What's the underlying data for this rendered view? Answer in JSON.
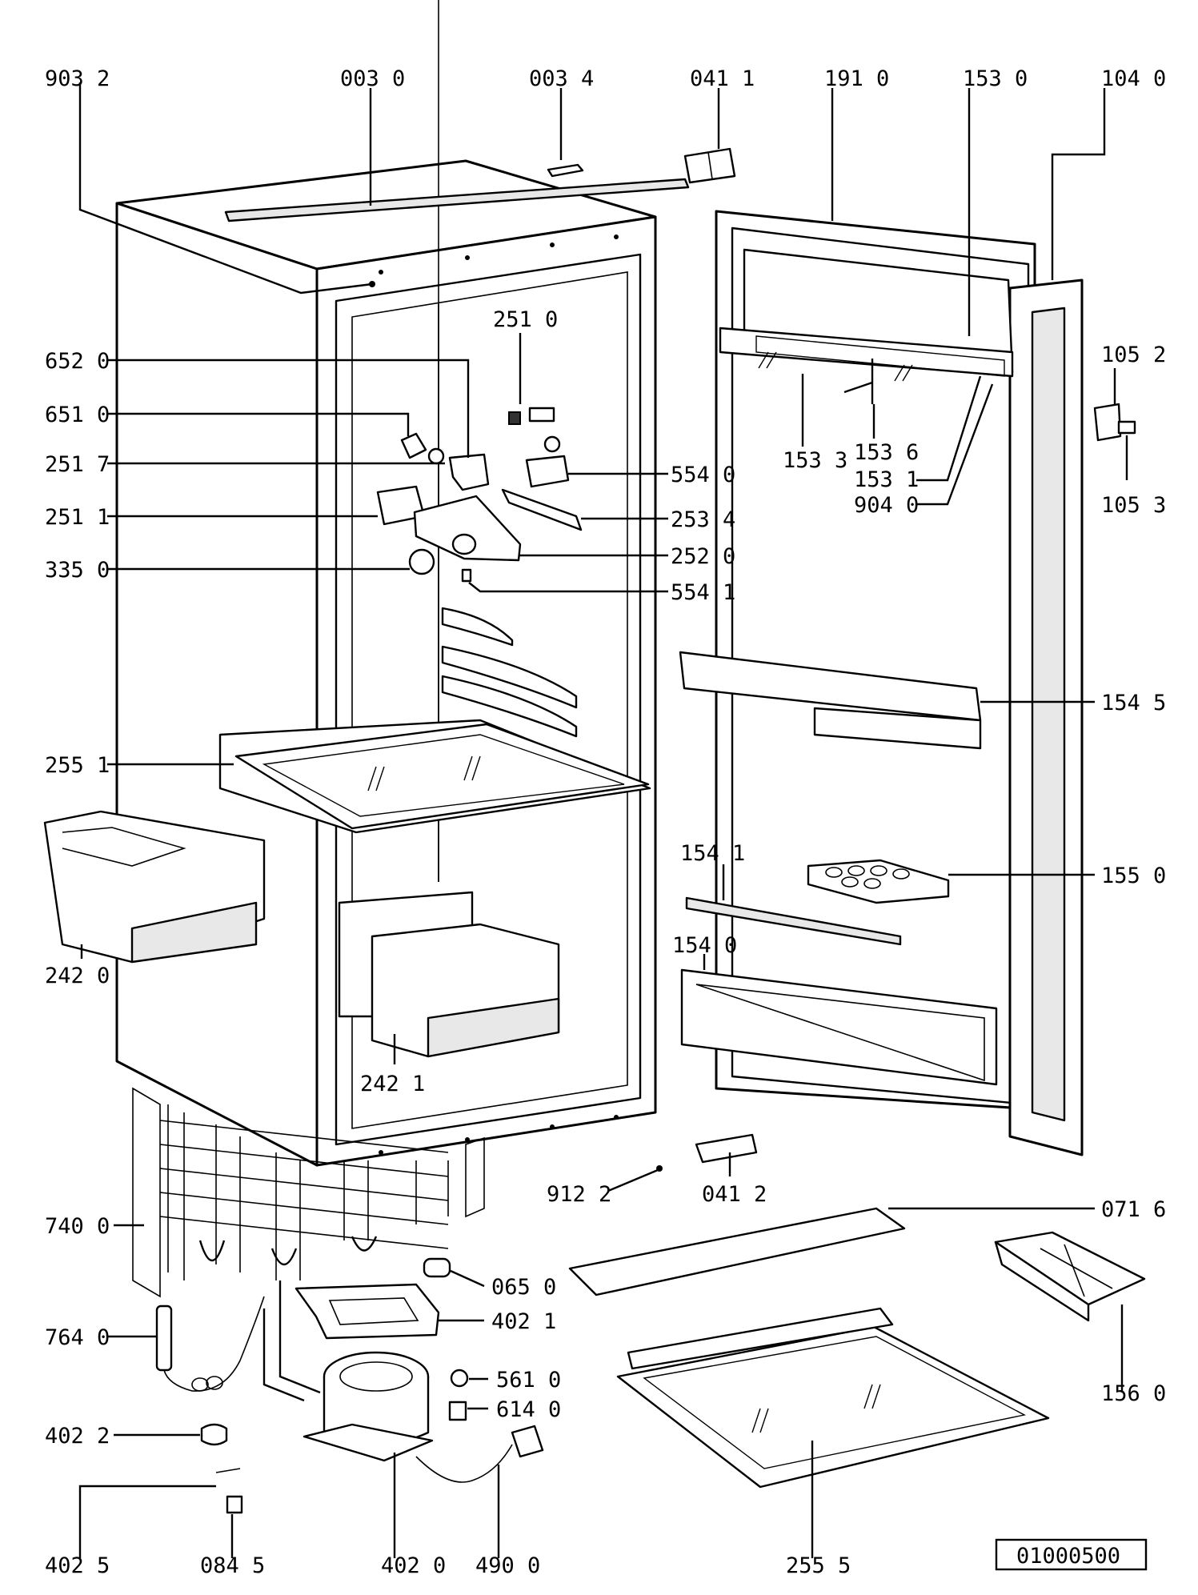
{
  "labels": {
    "l_903_2": "903 2",
    "l_003_0": "003 0",
    "l_003_4": "003 4",
    "l_041_1": "041 1",
    "l_191_0": "191 0",
    "l_153_0": "153 0",
    "l_104_0": "104 0",
    "l_251_0": "251 0",
    "l_652_0": "652 0",
    "l_105_2": "105 2",
    "l_651_0": "651 0",
    "l_153_3": "153 3",
    "l_153_6": "153 6",
    "l_251_7": "251 7",
    "l_554_0": "554 0",
    "l_153_1": "153 1",
    "l_904_0": "904 0",
    "l_105_3": "105 3",
    "l_251_1": "251 1",
    "l_253_4": "253 4",
    "l_252_0": "252 0",
    "l_335_0": "335 0",
    "l_554_1": "554 1",
    "l_154_5": "154 5",
    "l_255_1": "255 1",
    "l_154_1": "154 1",
    "l_155_0": "155 0",
    "l_154_0": "154 0",
    "l_242_0": "242 0",
    "l_242_1": "242 1",
    "l_912_2": "912 2",
    "l_041_2": "041 2",
    "l_740_0": "740  0",
    "l_071_6": "071 6",
    "l_065_0": "065 0",
    "l_402_1": "402 1",
    "l_764_0": "764 0",
    "l_561_0": "561 0",
    "l_614_0": "614 0",
    "l_156_0": "156 0",
    "l_402_2": "402 2",
    "l_402_5": "402 5",
    "l_084_5": "084 5",
    "l_402_0": "402 0",
    "l_490_0": "490 0",
    "l_255_5": "255 5"
  },
  "drawing_number": "01000500"
}
